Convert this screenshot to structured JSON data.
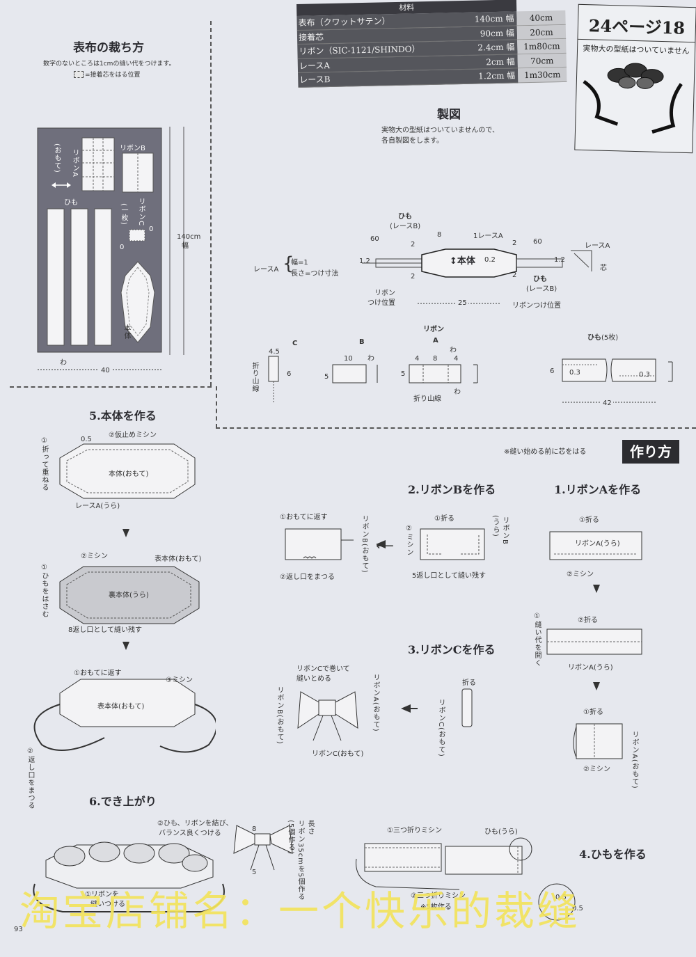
{
  "cutting_layout": {
    "title": "表布の裁ち方",
    "note1": "数字のないところは1cmの縫い代をつけます。",
    "note2": "=接着芯をはる位置",
    "labels": {
      "omote": "(おもて)",
      "ribbon_a": "リボンA",
      "ribbon_b": "リボンB",
      "himo": "ひも",
      "ribbon_c": "リボンC",
      "ichimai": "(一枚)",
      "hontai": "本体",
      "wa": "わ",
      "width": "40",
      "fabric_width": "140cm幅",
      "zero_a": "0",
      "zero_b": "0"
    }
  },
  "materials": {
    "header": "材料",
    "rows": [
      {
        "name": "表布（クワットサテン）",
        "width": "140cm 幅",
        "length": "40cm"
      },
      {
        "name": "接着芯",
        "width": "90cm 幅",
        "length": "20cm"
      },
      {
        "name": "リボン（SIC-1121/SHINDO）",
        "width": "2.4cm 幅",
        "length": "1m80cm"
      },
      {
        "name": "レースA",
        "width": "2cm 幅",
        "length": "70cm"
      },
      {
        "name": "レースB",
        "width": "1.2cm 幅",
        "length": "1m30cm"
      }
    ]
  },
  "page_box": {
    "title": "24ページ18",
    "note": "実物大の型紙はついていません"
  },
  "pattern": {
    "title": "製図",
    "note_line1": "実物大の型紙はついていませんので、",
    "note_line2": "各自製図をします。",
    "lace_a": "レースA",
    "lace_a_width": "幅=1",
    "lace_a_length": "長さ=つけ寸法",
    "himo_top": "ひも",
    "lace_b_top": "(レースB)",
    "himo_right": "ひも",
    "lace_b_right": "(レースB)",
    "hontai": "本体",
    "ribbon_pos_left": "リボン",
    "ribbon_pos_left2": "つけ位置",
    "ribbon_pos_right": "リボンつけ位置",
    "one_lace_a": "1レースA",
    "lace_a_detail": "レースA",
    "shin": "芯",
    "dim_60a": "60",
    "dim_60b": "60",
    "dim_2a": "2",
    "dim_2b": "2",
    "dim_2c": "2",
    "dim_2d": "2",
    "dim_8": "8",
    "dim_12a": "1.2",
    "dim_12b": "1.2",
    "dim_02": "0.2",
    "dim_25": "25",
    "ribbon_label": "リボン",
    "c_label": "C",
    "b_label": "B",
    "a_label": "A",
    "c_dim_45": "4.5",
    "c_dim_6": "6",
    "c_fold": "折り山線",
    "b_dim_10": "10",
    "b_dim_5": "5",
    "b_wa": "わ",
    "a_dim_4a": "4",
    "a_dim_8": "8",
    "a_dim_4b": "4",
    "a_dim_5": "5",
    "a_wa_top": "わ",
    "a_wa_bottom": "わ",
    "a_fold": "折り山線",
    "himo5": "ひも",
    "himo5_count": "(5枚)",
    "himo_dim_6": "6",
    "himo_dim_03a": "0.3",
    "himo_dim_03b": "0.3",
    "himo_dim_42": "42"
  },
  "howto": {
    "note": "※縫い始める前に芯をはる",
    "badge": "作り方"
  },
  "step1": {
    "title": "1.リボンAを作る",
    "fold1": "①折る",
    "ribbon_a_ura1": "リボンA(うら)",
    "sew2": "②ミシン",
    "open_seam": "①縫い代を開く",
    "fold2": "②折る",
    "ribbon_a_ura2": "リボンA(うら)",
    "fold3": "①折る",
    "sew3": "②ミシン",
    "ribbon_a_omote": "リボンA(おもて)"
  },
  "step2": {
    "title": "2.リボンBを作る",
    "fold": "①折る",
    "sew": "②ミシン",
    "ura": "(うら)",
    "ribbon_b": "リボンB",
    "leave": "5返し口として縫い残す",
    "turn": "①おもてに返す",
    "close": "②返し口をまつる",
    "ribbon_b_omote": "リボンB(おもて)"
  },
  "step3": {
    "title": "3.リボンCを作る",
    "fold": "折る",
    "ribbon_c_omote": "リボンC(おもて)",
    "wrap": "リボンCで巻いて",
    "wrap2": "縫いとめる",
    "ribbon_a_omote": "リボンA(おもて)",
    "ribbon_b_omote": "リボンB(おもて)",
    "ribbon_c_omote2": "リボンC(おもて)"
  },
  "step4": {
    "title": "4.ひもを作る",
    "sew1": "①三つ折りミシン",
    "himo_ura": "ひも(うら)",
    "sew2": "②三つ折りミシン",
    "five": "※5枚作る",
    "dim_05a": "0.5",
    "dim_05b": "0.5"
  },
  "step5": {
    "title": "5.本体を作る",
    "fold_overlap": "①折って重ねる",
    "dim_05": "0.5",
    "baste": "②仮止めミシン",
    "hontai_omote": "本体(おもて)",
    "lace_a_ura": "レースA(うら)",
    "sew": "②ミシン",
    "omote_hontai": "表本体(おもて)",
    "sandwich": "①ひもをはさむ",
    "ura_hontai": "裏本体(うら)",
    "leave": "8返し口として縫い残す",
    "turn": "①おもてに返す",
    "sew3": "③ミシン",
    "omote_hontai2": "表本体(おもて)",
    "close": "②返し口をまつる"
  },
  "step6": {
    "title": "6.でき上がり",
    "tie": "②ひも、リボンを結び、",
    "tie2": "バランス良くつける",
    "attach": "①リボンを",
    "attach2": "縫いつける",
    "bow_dim_8": "8",
    "bow_dim_5": "5",
    "ribbon_note": "リボン35cmを5個作る",
    "ribbon_note_a": "長さ",
    "ribbon_note_b": "(5個作る)"
  },
  "page_number": "93",
  "watermark": "淘宝店铺名：一个快乐的裁缝"
}
